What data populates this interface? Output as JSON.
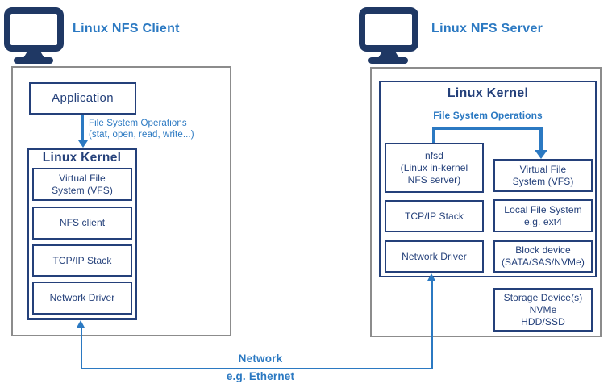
{
  "palette": {
    "navy_border_text": "#24407A",
    "icon_navy": "#1F3864",
    "accent_blue": "#2B79C2",
    "frame_gray": "#8C8C8C",
    "background": "#FFFFFF"
  },
  "client": {
    "title": "Linux NFS Client",
    "application_label": "Application",
    "fs_ops": [
      "File System Operations",
      "(stat, open, read, write...)"
    ],
    "kernel_title": "Linux Kernel",
    "stack": {
      "vfs": [
        "Virtual File",
        "System (VFS)"
      ],
      "nfs_client": "NFS client",
      "tcpip": "TCP/IP Stack",
      "network_driver": "Network Driver"
    }
  },
  "server": {
    "title": "Linux NFS Server",
    "kernel_title": "Linux Kernel",
    "fs_ops": "File System Operations",
    "nfsd": [
      "nfsd",
      "(Linux in-kernel",
      "NFS server)"
    ],
    "tcpip": "TCP/IP Stack",
    "network_driver": "Network Driver",
    "vfs": [
      "Virtual File",
      "System (VFS)"
    ],
    "local_fs": [
      "Local File System",
      "e.g. ext4"
    ],
    "block_device": [
      "Block device",
      "(SATA/SAS/NVMe)"
    ],
    "storage": [
      "Storage Device(s)",
      "NVMe",
      "HDD/SSD"
    ]
  },
  "network": [
    "Network",
    "e.g. Ethernet"
  ]
}
